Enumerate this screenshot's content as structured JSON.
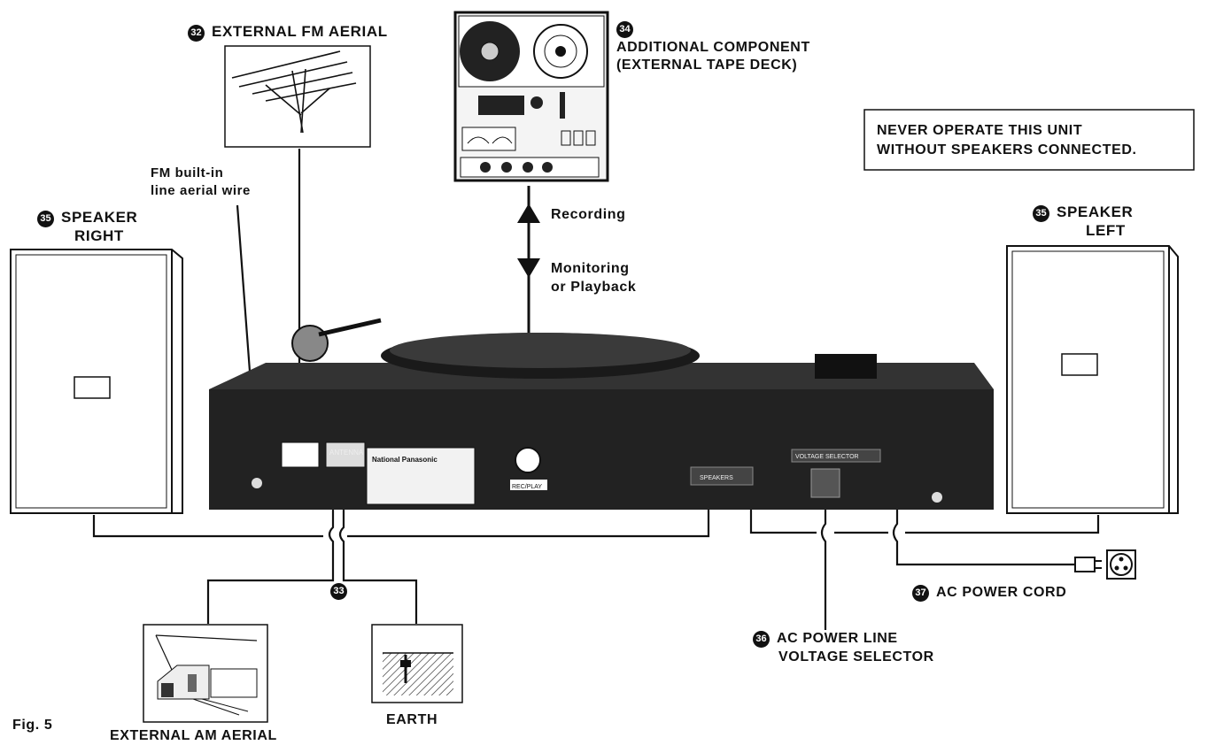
{
  "labels": {
    "fm_aerial_num": "32",
    "fm_aerial": "EXTERNAL FM AERIAL",
    "tape_num": "34",
    "tape_line1": "ADDITIONAL COMPONENT",
    "tape_line2": "(EXTERNAL TAPE DECK)",
    "warning_line1": "NEVER OPERATE THIS UNIT",
    "warning_line2": "WITHOUT SPEAKERS CONNECTED.",
    "fm_builtin_line1": "FM built-in",
    "fm_builtin_line2": "line aerial wire",
    "speaker_right_num": "35",
    "speaker_right_line1": "SPEAKER",
    "speaker_right_line2": "RIGHT",
    "speaker_left_num": "35",
    "speaker_left_line1": "SPEAKER",
    "speaker_left_line2": "LEFT",
    "recording": "Recording",
    "monitoring_line1": "Monitoring",
    "monitoring_line2": "or Playback",
    "earth_num": "33",
    "ac_cord_num": "37",
    "ac_cord": "AC POWER CORD",
    "voltage_num": "36",
    "voltage_line1": "AC POWER LINE",
    "voltage_line2": "VOLTAGE SELECTOR",
    "earth": "EARTH",
    "am_aerial": "EXTERNAL AM AERIAL",
    "fig": "Fig. 5"
  },
  "panel": {
    "antenna": "ANTENNA",
    "brand": "National Panasonic",
    "voltage_selector": "VOLTAGE SELECTOR",
    "speakers": "SPEAKERS",
    "rec_play": "REC/PLAY"
  }
}
